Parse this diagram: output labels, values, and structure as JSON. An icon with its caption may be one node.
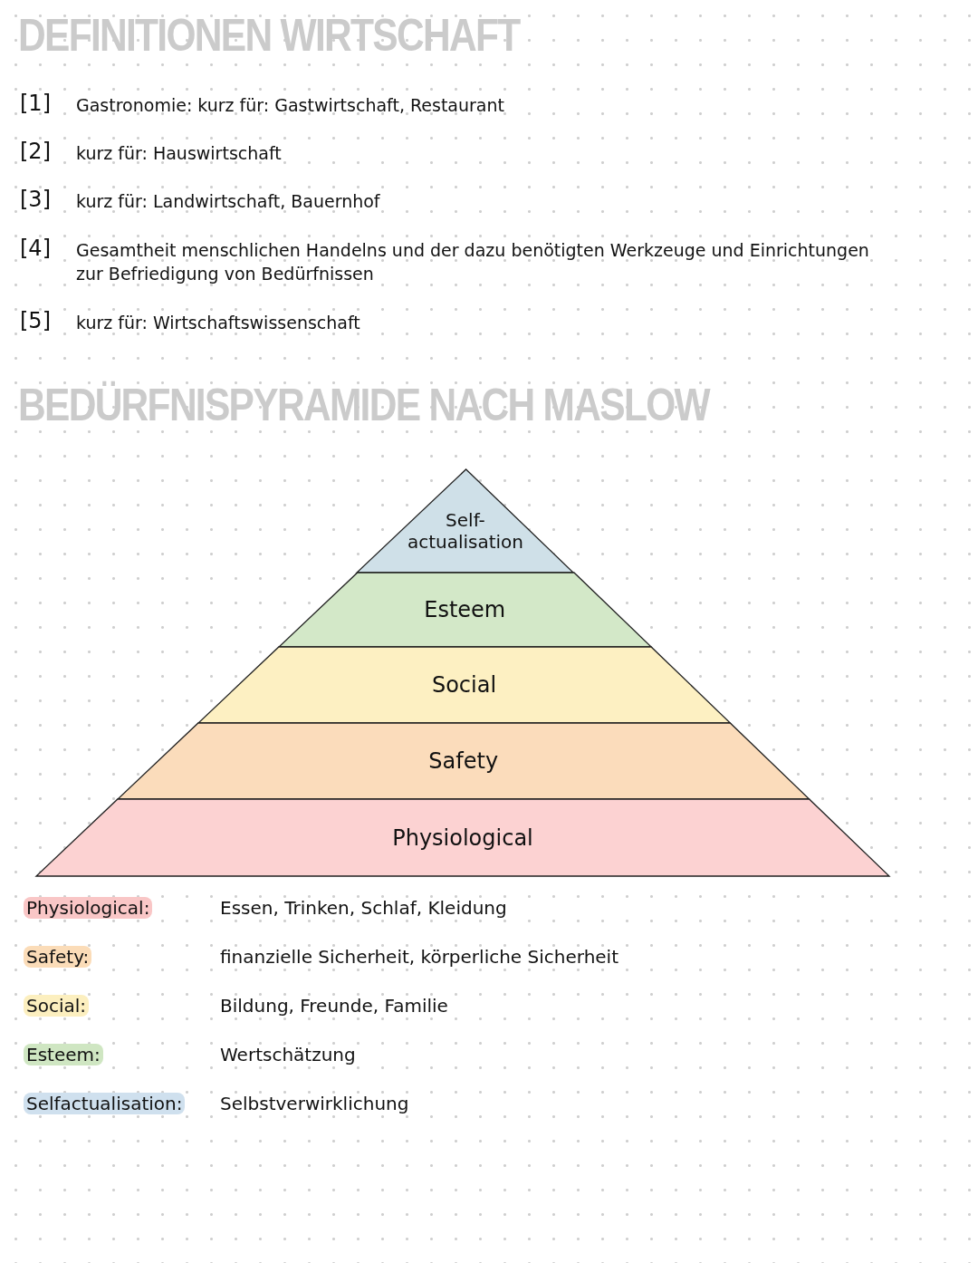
{
  "diagram": {
    "title": "DEFINITIONEN WIRTSCHAFT",
    "nodes": [
      {
        "text": [
          "Self-actualisation"
        ]
      },
      {
        "text": [
          "Esteem"
        ]
      },
      {
        "text": [
          "Social"
        ]
      },
      {
        "text": [
          "Safety"
        ]
      },
      {
        "text": [
          "Physiological"
        ]
      }
    ],
    "edges": [],
    "labels": [
      "[1]",
      "Gastronomie: kurz für: Gastwirtschaft, Restaurant",
      "[2]",
      "kurz für: Hauswirtschaft",
      "[3]",
      "kurz für: Landwirtschaft, Bauernhof",
      "[4]",
      "Gesamtheit menschlichen Handelns und der dazu benötigten Werkzeuge und Einrichtungen zur Befriedigung von Bedürfnissen",
      "[5]",
      "kurz für: Wirtschaftswissenschaft",
      "BEDÜRFNISPYRAMIDE NACH MASLOW",
      "Essen, Trinken, Schlaf, Kleidung",
      "finanzielle Sicherheit, körperliche Sicherheit",
      "Bildung, Freunde, Familie",
      "Wertschätzung",
      "Selbstverwirklichung"
    ],
    "legend": [
      {
        "text": "Physiological:",
        "color": "#f9c6c6"
      },
      {
        "text": "Safety:",
        "color": "#fbdcb8"
      },
      {
        "text": "Social:",
        "color": "#fcefbf"
      },
      {
        "text": "Esteem:",
        "color": "#cfe6c2"
      },
      {
        "text": "Selfactualisation:",
        "color": "#cfe0ee"
      }
    ]
  }
}
